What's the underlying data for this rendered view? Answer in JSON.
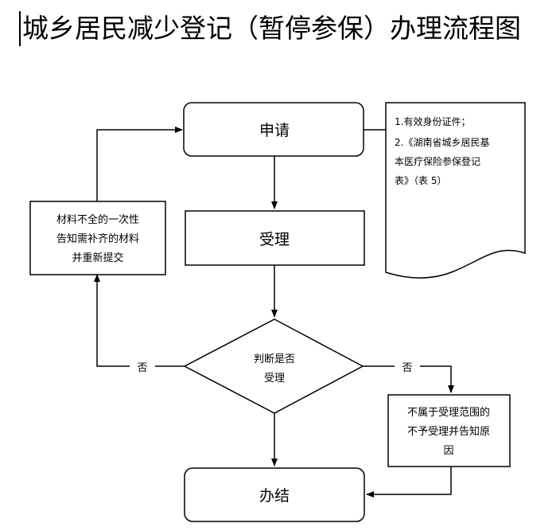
{
  "title": "城乡居民减少登记（暂停参保）办理流程图",
  "nodes": {
    "apply": "申请",
    "accept": "受理",
    "decision_line1": "判断是否",
    "decision_line2": "受理",
    "finish": "办结",
    "incomplete_line1": "材料不全的一次性",
    "incomplete_line2": "告知需补齐的材料",
    "incomplete_line3": "并重新提交",
    "reject_line1": "不属于受理范围的",
    "reject_line2": "不予受理并告知原",
    "reject_line3": "因"
  },
  "labels": {
    "no_left": "否",
    "no_right": "否"
  },
  "documents": {
    "line1": "1.有效身份证件；",
    "line2": "2.《湖南省城乡居民基",
    "line3": "本医疗保险参保登记",
    "line4": "表》（表 5）"
  }
}
